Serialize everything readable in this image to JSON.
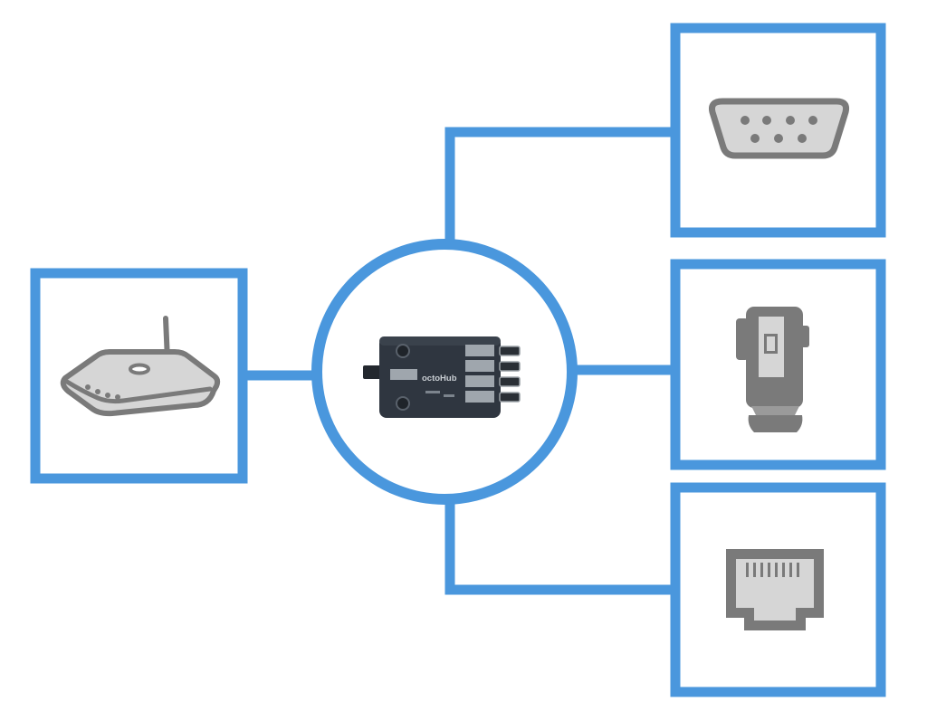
{
  "colors": {
    "line": "#4a97dd",
    "icon_stroke": "#7a7a7a",
    "icon_fill": "#d6d6d6",
    "device_body": "#2f3640",
    "device_label": "#9fa6ad"
  },
  "hub": {
    "icon": "octohub-device-icon",
    "brand_text": "octoHub"
  },
  "nodes": [
    {
      "id": "router",
      "icon": "wifi-router-icon"
    },
    {
      "id": "serial",
      "icon": "db9-serial-port-icon"
    },
    {
      "id": "instrument",
      "icon": "total-station-icon"
    },
    {
      "id": "ethernet",
      "icon": "rj45-ethernet-port-icon"
    }
  ]
}
